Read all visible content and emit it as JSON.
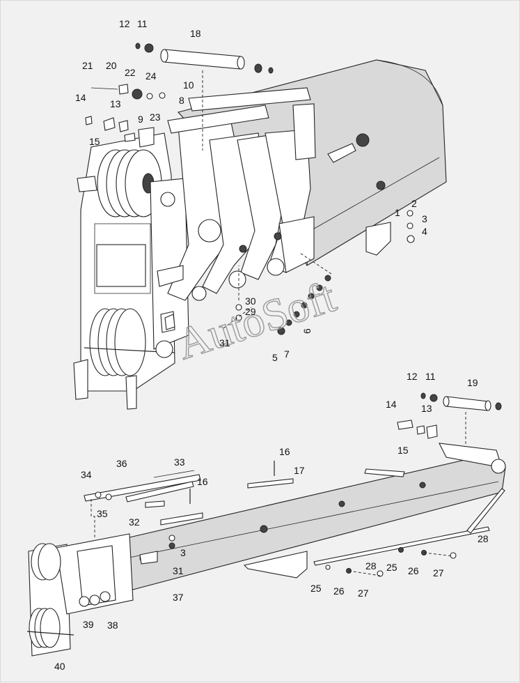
{
  "watermark": "AutoSoft",
  "callouts_upper": [
    "12",
    "11",
    "18",
    "21",
    "20",
    "22",
    "24",
    "10",
    "8",
    "14",
    "13",
    "23",
    "9",
    "15",
    "2",
    "1",
    "3",
    "4",
    "30",
    "29",
    "31",
    "5",
    "7",
    "6"
  ],
  "callouts_lower": [
    "12",
    "11",
    "19",
    "14",
    "13",
    "15",
    "16",
    "17",
    "33",
    "36",
    "34",
    "16",
    "35",
    "32",
    "3",
    "31",
    "37",
    "39",
    "38",
    "40",
    "28",
    "28",
    "25",
    "26",
    "27",
    "25",
    "26",
    "27"
  ],
  "colors": {
    "background": "#f1f1f1",
    "line": "#222222",
    "watermark": "#9a9a9a"
  }
}
